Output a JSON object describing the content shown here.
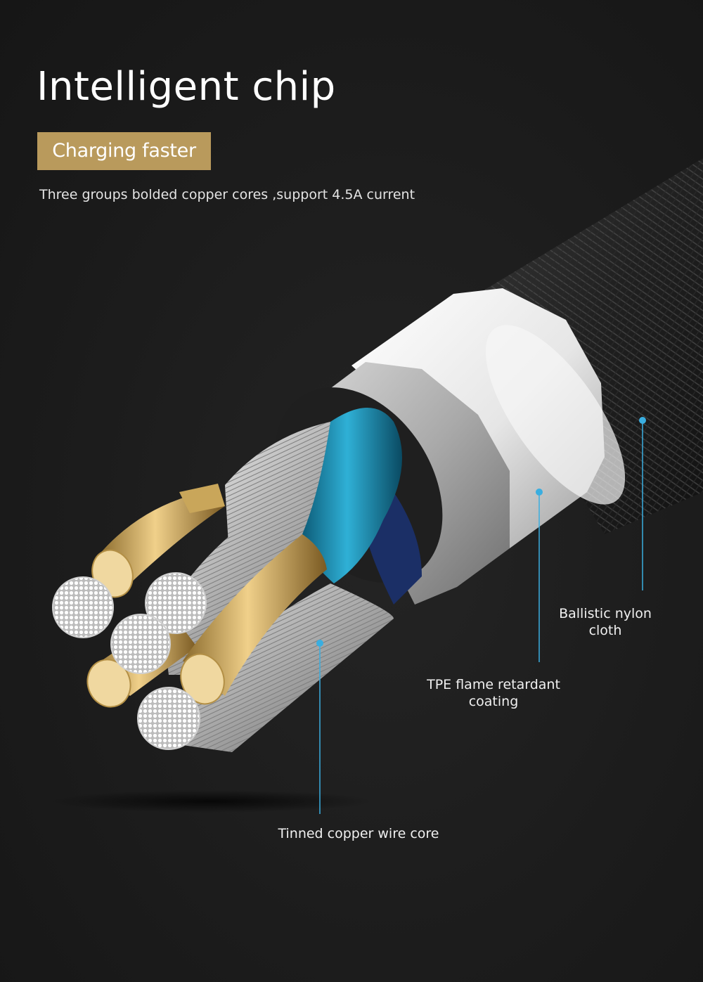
{
  "header": {
    "title": "Intelligent chip",
    "badge": "Charging faster",
    "tagline": "Three groups bolded copper cores ,support 4.5A current"
  },
  "callouts": [
    {
      "line1": "Ballistic nylon",
      "line2": "cloth"
    },
    {
      "line1": "TPE flame retardant",
      "line2": "coating"
    },
    {
      "line1": "Tinned copper wire core"
    }
  ],
  "colors": {
    "background": "#1b1b1b",
    "badge": "#b99a5c",
    "callout_line": "#3aaee0",
    "gold_core": "#c9a65a",
    "blue_core": "#1e8fb3",
    "white_layer": "#f2f2f2"
  }
}
